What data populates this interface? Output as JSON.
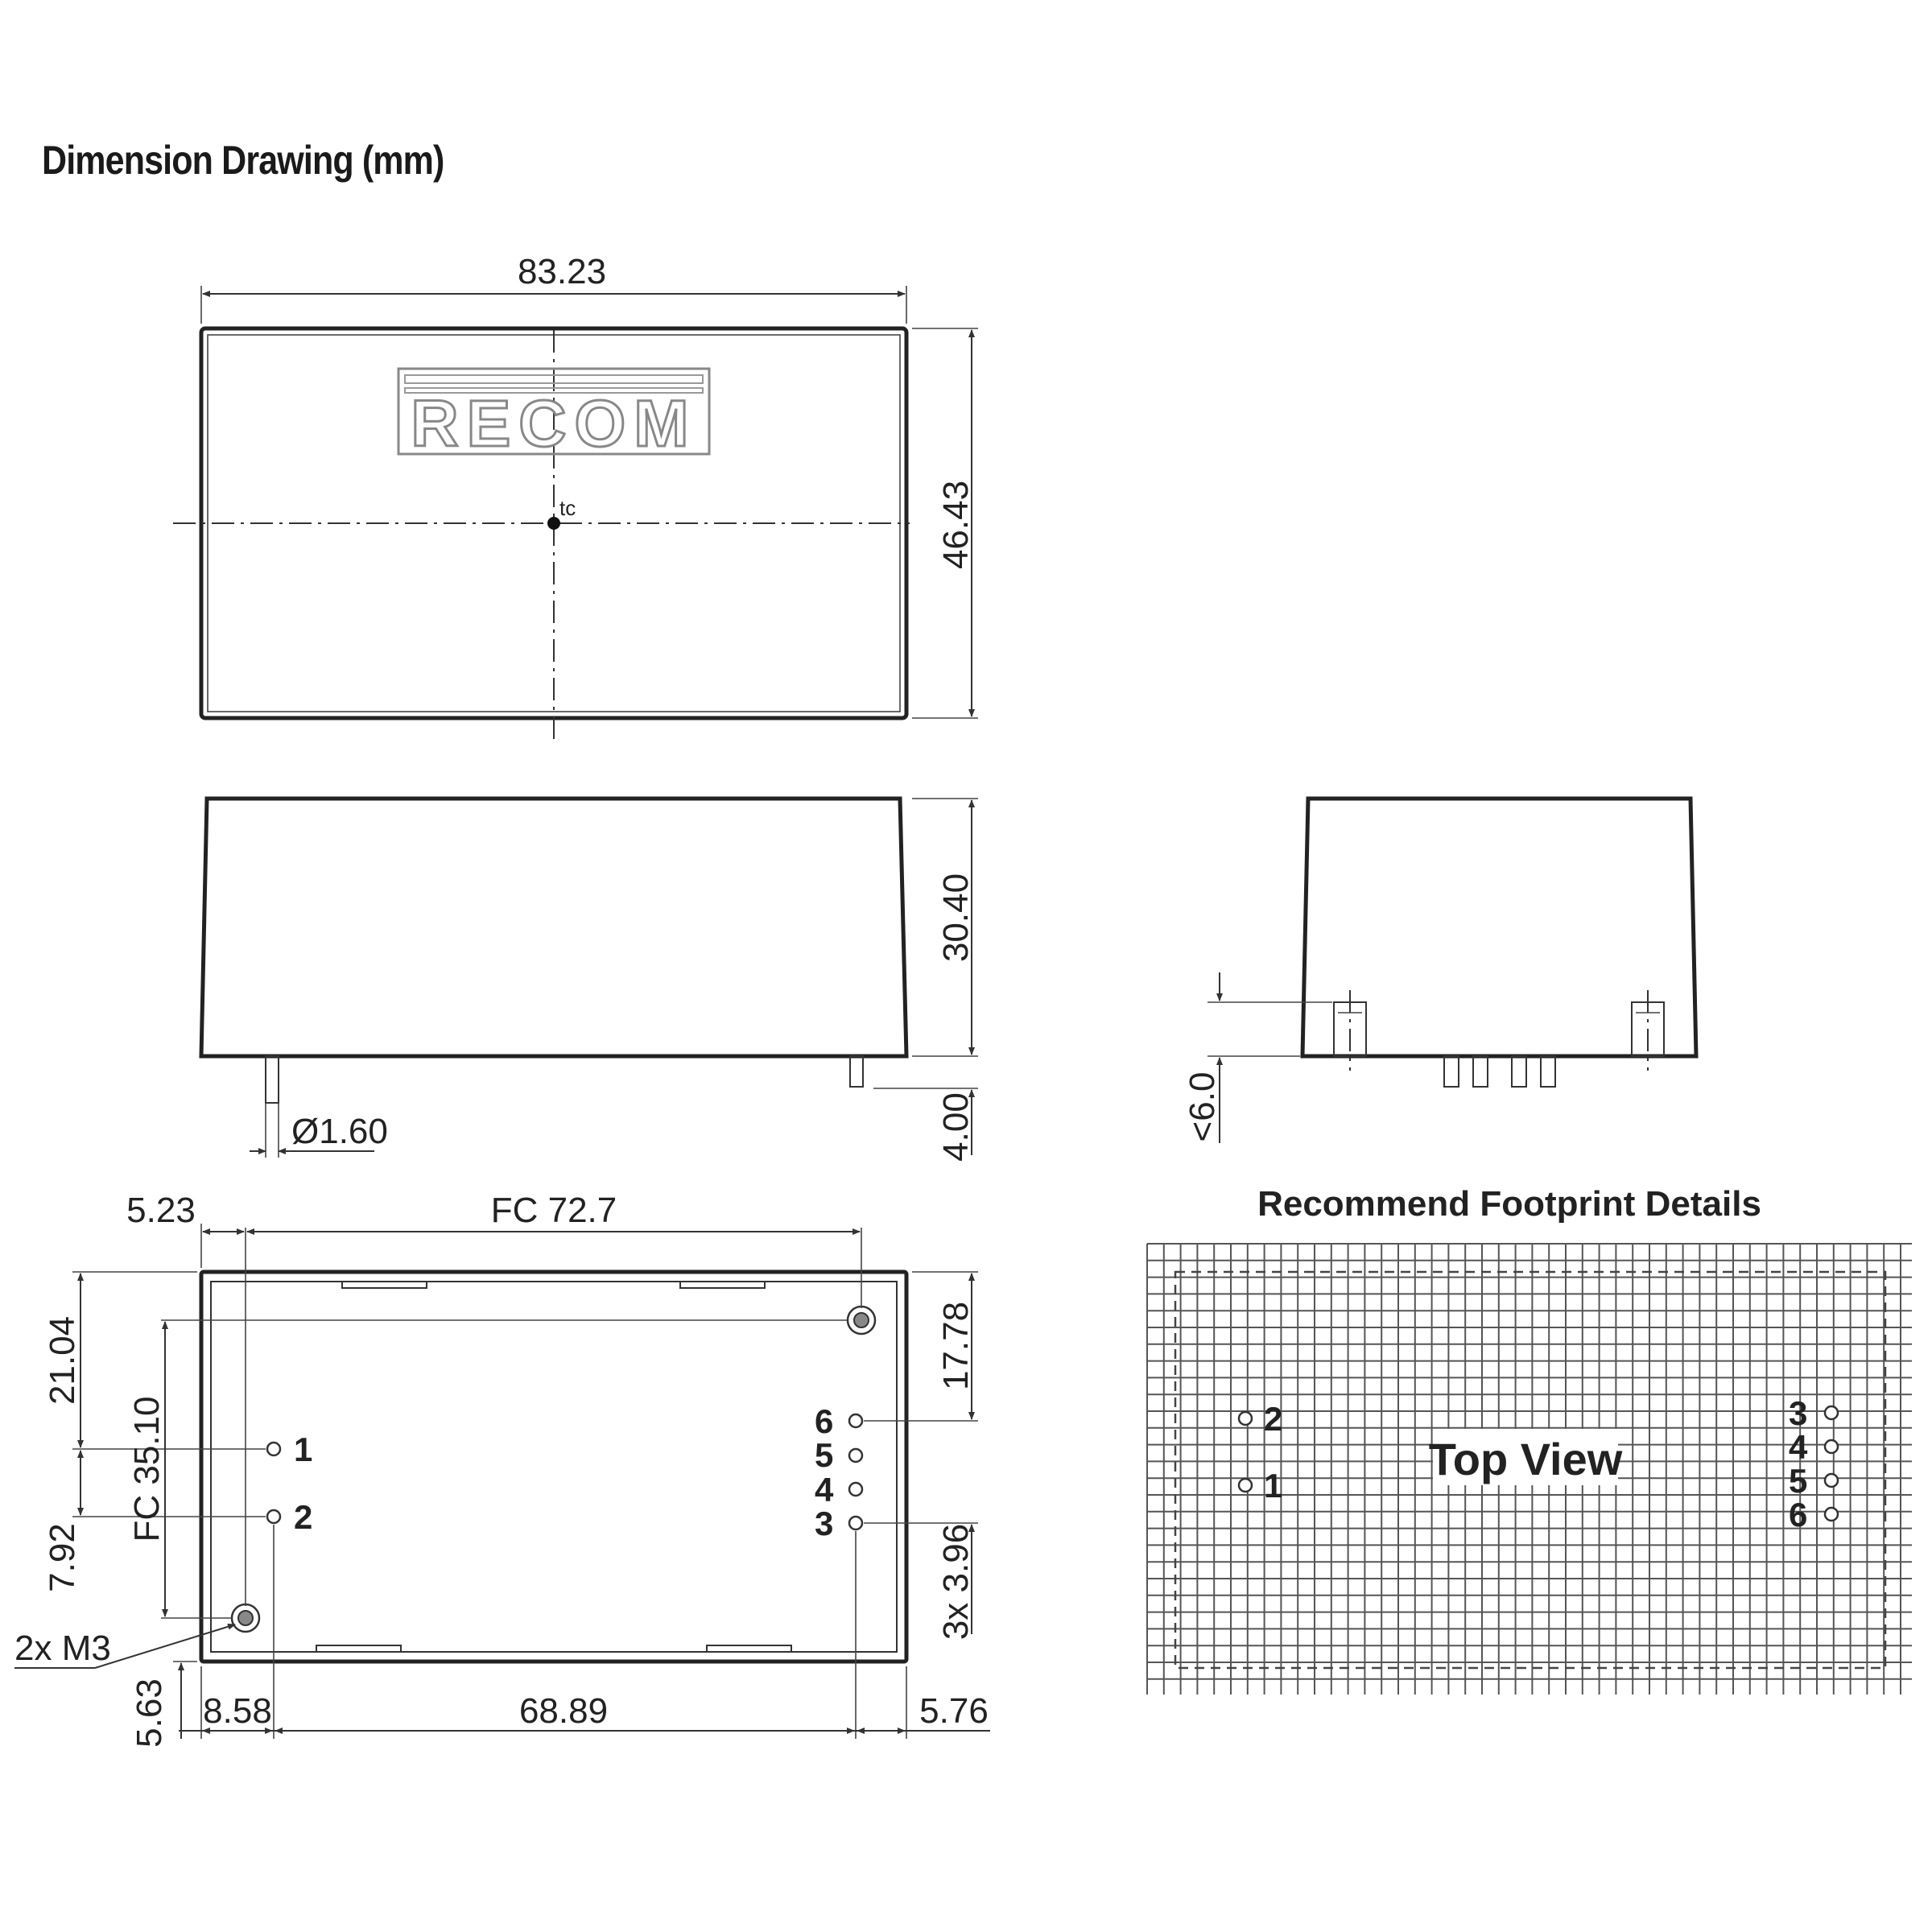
{
  "title": "Dimension Drawing (mm)",
  "logo_text": "RECOM",
  "top_view": {
    "width": "83.23",
    "height": "46.43",
    "tc_label": "tc"
  },
  "side_view": {
    "height": "30.40",
    "pin_diameter": "Ø1.60",
    "pin_length": "4.00"
  },
  "end_view": {
    "standoff": "<6.0"
  },
  "bottom_view": {
    "dim_5_23": "5.23",
    "dim_fc_72_7": "FC 72.7",
    "dim_21_04": "21.04",
    "dim_fc_35_10": "FC 35.10",
    "dim_7_92": "7.92",
    "dim_17_78": "17.78",
    "dim_3x_3_96": "3x 3.96",
    "dim_5_63": "5.63",
    "dim_8_58": "8.58",
    "dim_68_89": "68.89",
    "dim_5_76": "5.76",
    "mount_label": "2x M3",
    "pins": [
      "1",
      "2",
      "6",
      "5",
      "4",
      "3"
    ]
  },
  "footprint": {
    "title": "Recommend Footprint Details",
    "label": "Top View",
    "pins_left": [
      "2",
      "1"
    ],
    "pins_right": [
      "3",
      "4",
      "5",
      "6"
    ]
  }
}
